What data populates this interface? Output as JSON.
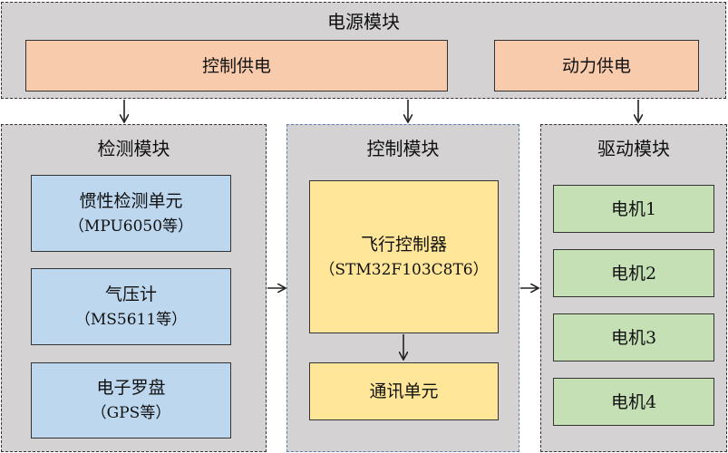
{
  "power": {
    "title": "电源模块",
    "control_supply": "控制供电",
    "motor_supply": "动力供电"
  },
  "detect": {
    "title": "检测模块",
    "imu_name": "惯性检测单元",
    "imu_detail": "（MPU6050等）",
    "baro_name": "气压计",
    "baro_detail": "（MS5611等）",
    "compass_name": "电子罗盘",
    "compass_detail": "（GPS等）"
  },
  "control": {
    "title": "控制模块",
    "fc_name": "飞行控制器",
    "fc_detail": "（STM32F103C8T6）",
    "comm": "通讯单元"
  },
  "drive": {
    "title": "驱动模块",
    "motors": [
      "电机1",
      "电机2",
      "电机3",
      "电机4"
    ]
  },
  "colors": {
    "group_bg": "#d4d2d3",
    "power_box": "#f8cbad",
    "detect_box": "#bdd7ee",
    "control_box": "#ffe699",
    "drive_box": "#c5e0b4"
  }
}
